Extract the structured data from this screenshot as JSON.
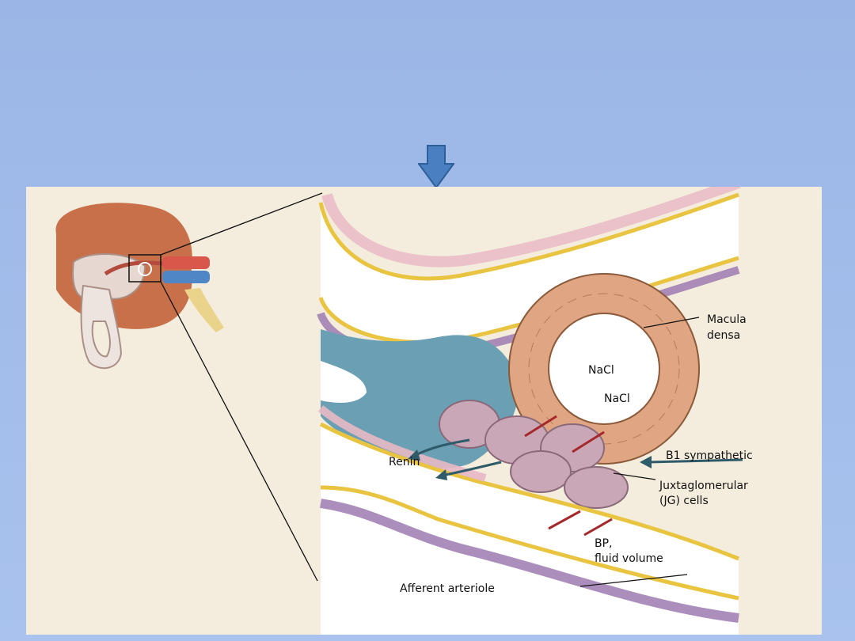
{
  "colors": {
    "slide_background": "#9bb6e6",
    "arrow_fill": "#4a7fc1",
    "figure_background": "#f4ecdc",
    "kidney": "#c8704a",
    "interstitium": "#6a9fb4",
    "macula_densa": "#e0a582",
    "jg_cells": "#c9a7b6",
    "arteriole_wall": "#e8b8c4",
    "yellow_layer": "#e8c440",
    "purple_layer": "#9d7ab0",
    "arrow_red": "#a5282b",
    "arrow_teal": "#2e5b69"
  },
  "icons": [
    "down-arrow-icon"
  ],
  "labels": {
    "macula_densa_1": "Macula",
    "macula_densa_2": "densa",
    "nacl_1": "NaCl",
    "nacl_2": "NaCl",
    "renin": "Renin",
    "b1_sympathetic": "B1 sympathetic",
    "jg_1": "Juxtaglomerular",
    "jg_2": "(JG) cells",
    "bp_1": "BP,",
    "bp_2": "fluid volume",
    "afferent": "Afferent arteriole"
  }
}
